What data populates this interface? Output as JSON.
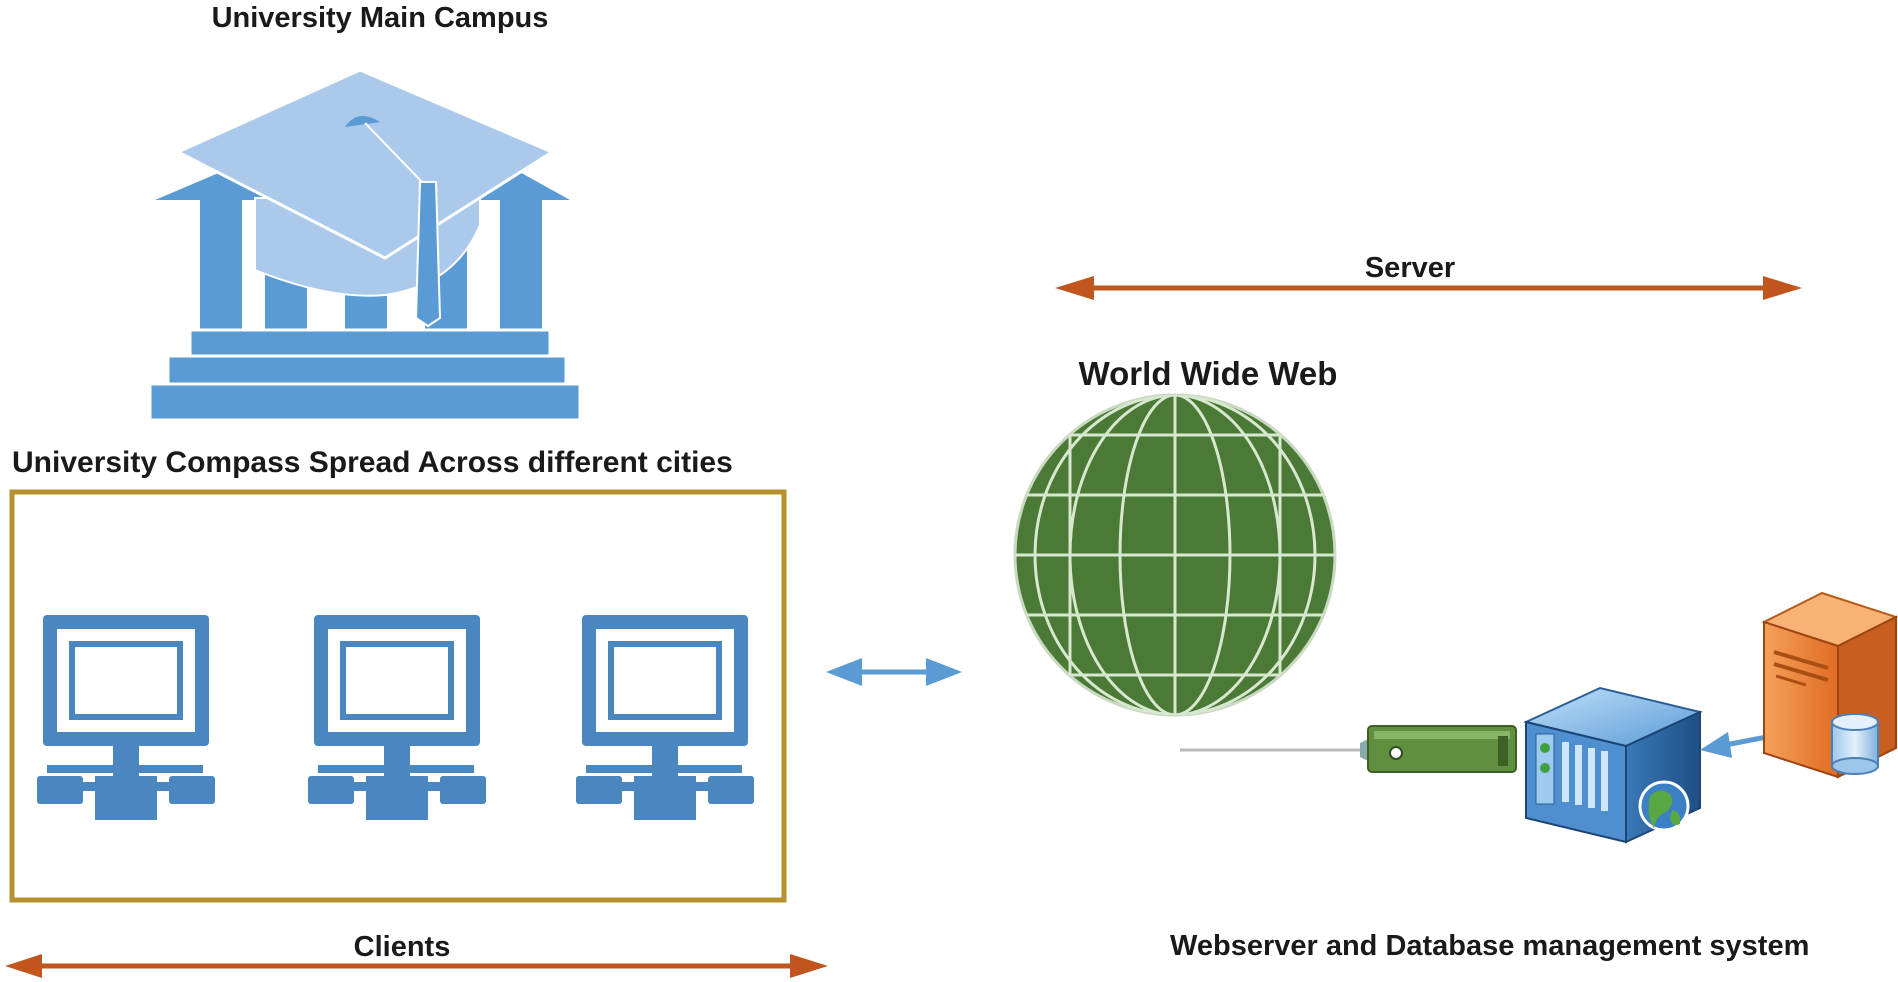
{
  "labels": {
    "main_campus": "University Main Campus",
    "campuses": "University Compass Spread Across different cities",
    "www": "World Wide Web",
    "server": "Server",
    "clients": "Clients",
    "webserver_db": "Webserver and Database management system"
  },
  "colors": {
    "building": "#5b9bd5",
    "cap": "#abc9ea",
    "monitor": "#4a86c0",
    "globe": "#4a7a35",
    "globe_lines": "#d8e8d0",
    "frame": "#b8912f",
    "range_arrow": "#c0551e",
    "link_arrow": "#5b9bd5",
    "db_server": "#e8823c",
    "modem": "#5f8f3f"
  },
  "icons": [
    "university-building-icon",
    "graduation-cap-icon",
    "computer-terminal-icon",
    "globe-icon",
    "modem-icon",
    "web-server-icon",
    "database-server-icon"
  ]
}
